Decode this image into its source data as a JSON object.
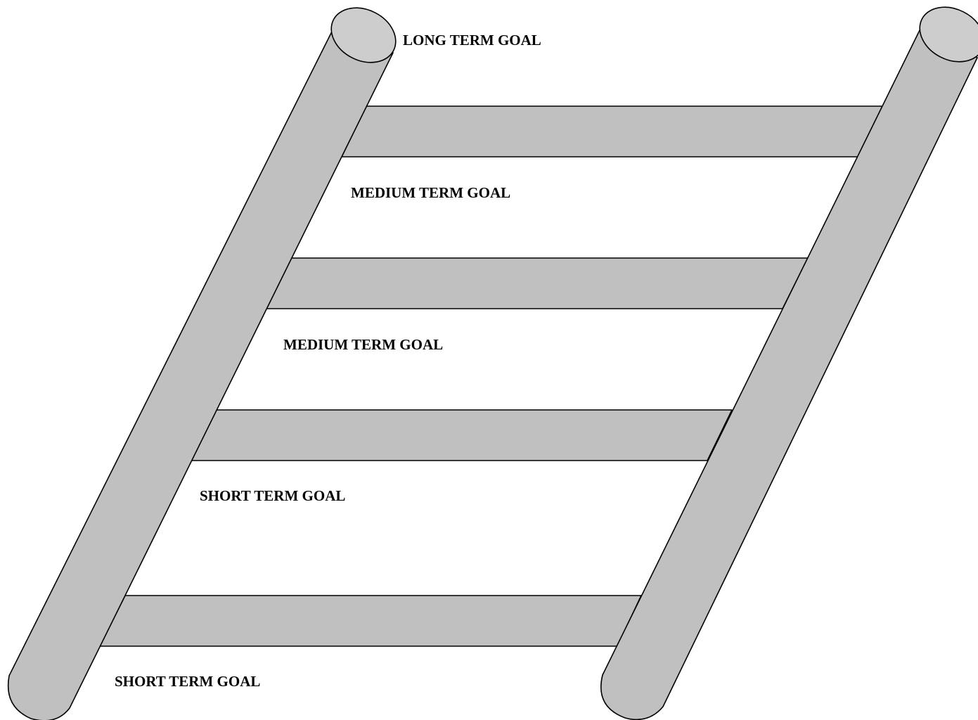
{
  "colors": {
    "fill": "#c0c0c0",
    "cap": "#cdcdcd",
    "stroke": "#000000"
  },
  "labels": {
    "long_term": "LONG TERM GOAL",
    "medium_term_upper": "MEDIUM TERM GOAL",
    "medium_term_lower": "MEDIUM TERM GOAL",
    "short_term_upper": "SHORT TERM GOAL",
    "short_term_lower": "SHORT TERM GOAL"
  }
}
